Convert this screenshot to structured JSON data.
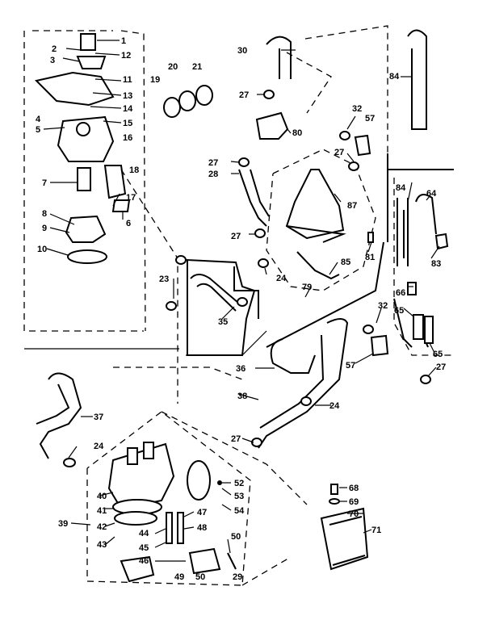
{
  "diagram": {
    "labels": [
      "1",
      "2",
      "3",
      "4",
      "5",
      "6",
      "7",
      "8",
      "9",
      "10",
      "11",
      "12",
      "13",
      "14",
      "15",
      "16",
      "17",
      "18",
      "19",
      "20",
      "21",
      "23",
      "24",
      "27",
      "28",
      "29",
      "30",
      "32",
      "35",
      "36",
      "37",
      "38",
      "39",
      "40",
      "41",
      "42",
      "43",
      "44",
      "45",
      "46",
      "47",
      "48",
      "49",
      "50",
      "52",
      "53",
      "54",
      "57",
      "64",
      "65",
      "66",
      "68",
      "69",
      "70",
      "71",
      "79",
      "80",
      "81",
      "83",
      "84",
      "85",
      "87"
    ]
  }
}
